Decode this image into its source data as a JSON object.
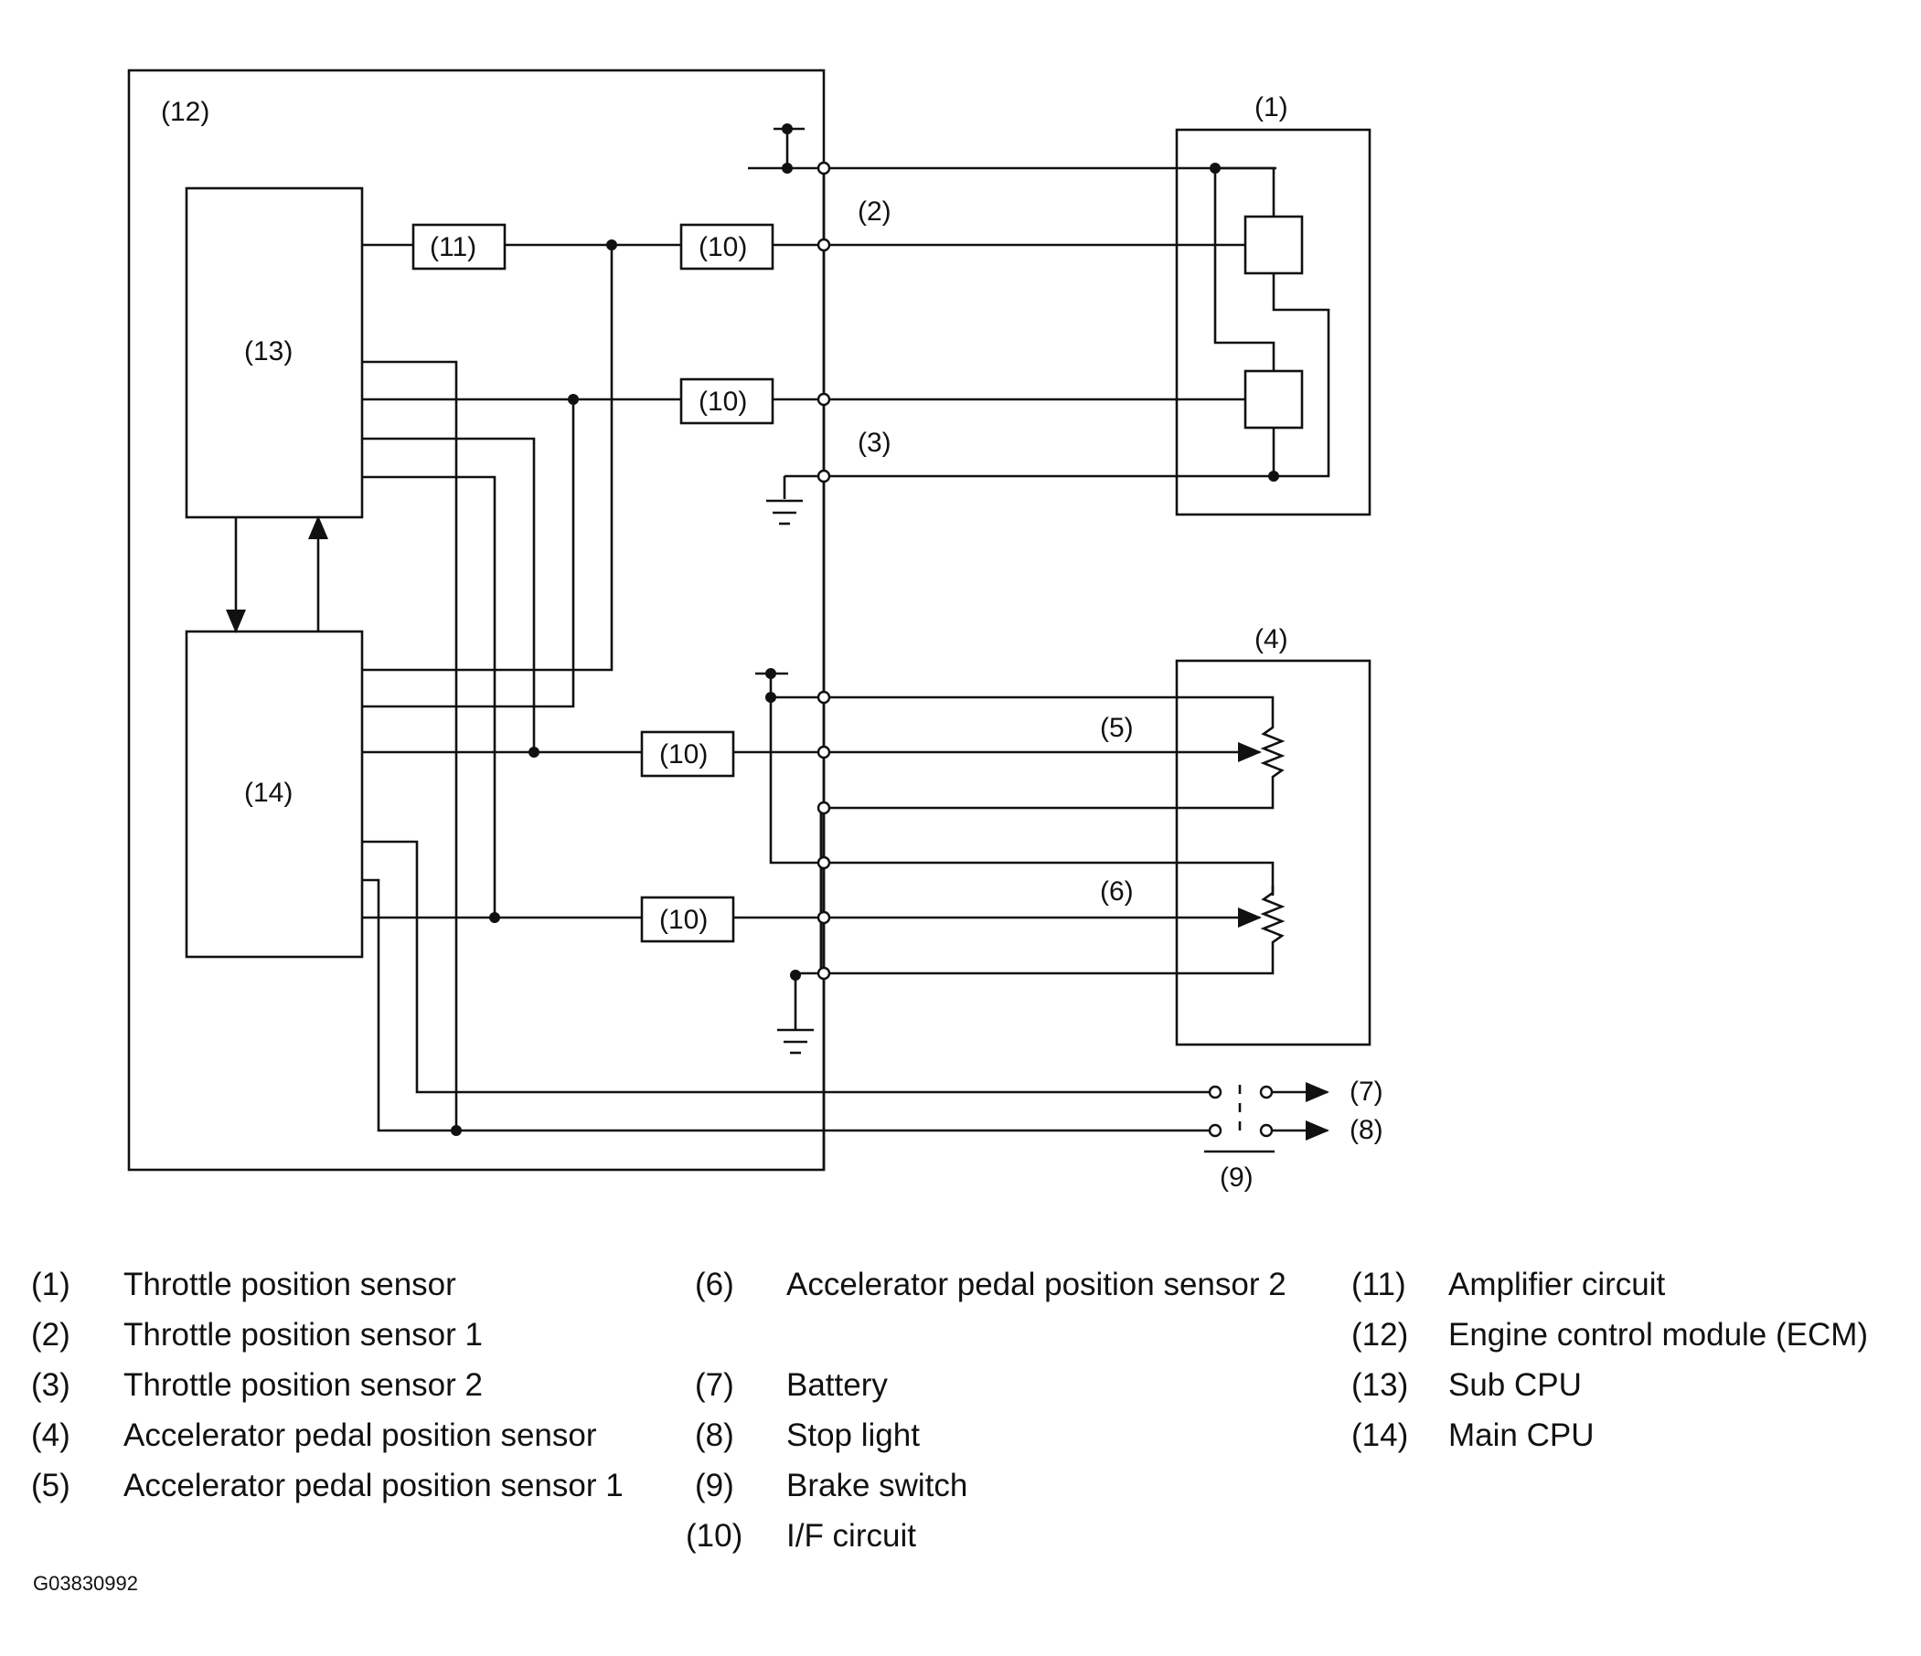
{
  "callouts": {
    "c1": "(1)",
    "c2": "(2)",
    "c3": "(3)",
    "c4": "(4)",
    "c5": "(5)",
    "c6": "(6)",
    "c7": "(7)",
    "c8": "(8)",
    "c9": "(9)",
    "c12": "(12)"
  },
  "blocks": {
    "sub_cpu": "(13)",
    "main_cpu": "(14)",
    "amplifier": "(11)",
    "if_1": "(10)",
    "if_2": "(10)",
    "if_3": "(10)",
    "if_4": "(10)"
  },
  "legend": [
    {
      "num": "(1)",
      "text": "Throttle position sensor"
    },
    {
      "num": "(2)",
      "text": "Throttle position sensor 1"
    },
    {
      "num": "(3)",
      "text": "Throttle position sensor 2"
    },
    {
      "num": "(4)",
      "text": "Accelerator pedal position sensor"
    },
    {
      "num": "(5)",
      "text": "Accelerator pedal position sensor 1"
    },
    {
      "num": "(6)",
      "text": "Accelerator pedal position sensor 2"
    },
    {
      "num": "(7)",
      "text": "Battery"
    },
    {
      "num": "(8)",
      "text": "Stop light"
    },
    {
      "num": "(9)",
      "text": "Brake switch"
    },
    {
      "num": "(10)",
      "text": "I/F circuit"
    },
    {
      "num": "(11)",
      "text": "Amplifier circuit"
    },
    {
      "num": "(12)",
      "text": "Engine control module (ECM)"
    },
    {
      "num": "(13)",
      "text": "Sub CPU"
    },
    {
      "num": "(14)",
      "text": "Main CPU"
    }
  ],
  "figure_code": "G03830992"
}
